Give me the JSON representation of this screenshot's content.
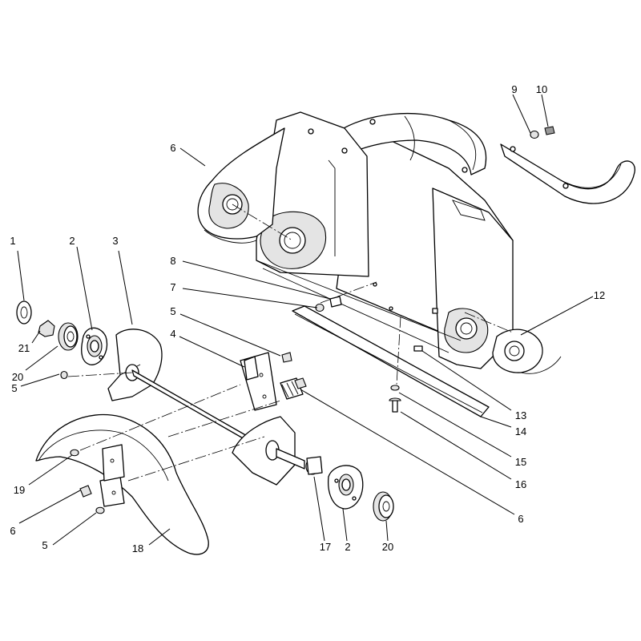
{
  "callouts": [
    {
      "id": "c1",
      "text": "1"
    },
    {
      "id": "c2a",
      "text": "2"
    },
    {
      "id": "c3",
      "text": "3"
    },
    {
      "id": "c4",
      "text": "4"
    },
    {
      "id": "c5a",
      "text": "5"
    },
    {
      "id": "c5b",
      "text": "5"
    },
    {
      "id": "c5c",
      "text": "5"
    },
    {
      "id": "c6a",
      "text": "6"
    },
    {
      "id": "c6b",
      "text": "6"
    },
    {
      "id": "c6c",
      "text": "6"
    },
    {
      "id": "c7",
      "text": "7"
    },
    {
      "id": "c8",
      "text": "8"
    },
    {
      "id": "c9",
      "text": "9"
    },
    {
      "id": "c10",
      "text": "10"
    },
    {
      "id": "c12",
      "text": "12"
    },
    {
      "id": "c13",
      "text": "13"
    },
    {
      "id": "c14",
      "text": "14"
    },
    {
      "id": "c15",
      "text": "15"
    },
    {
      "id": "c16",
      "text": "16"
    },
    {
      "id": "c17",
      "text": "17"
    },
    {
      "id": "c18",
      "text": "18"
    },
    {
      "id": "c19",
      "text": "19"
    },
    {
      "id": "c20a",
      "text": "20"
    },
    {
      "id": "c20b",
      "text": "20"
    },
    {
      "id": "c21",
      "text": "21"
    },
    {
      "id": "c2b",
      "text": "2"
    }
  ]
}
